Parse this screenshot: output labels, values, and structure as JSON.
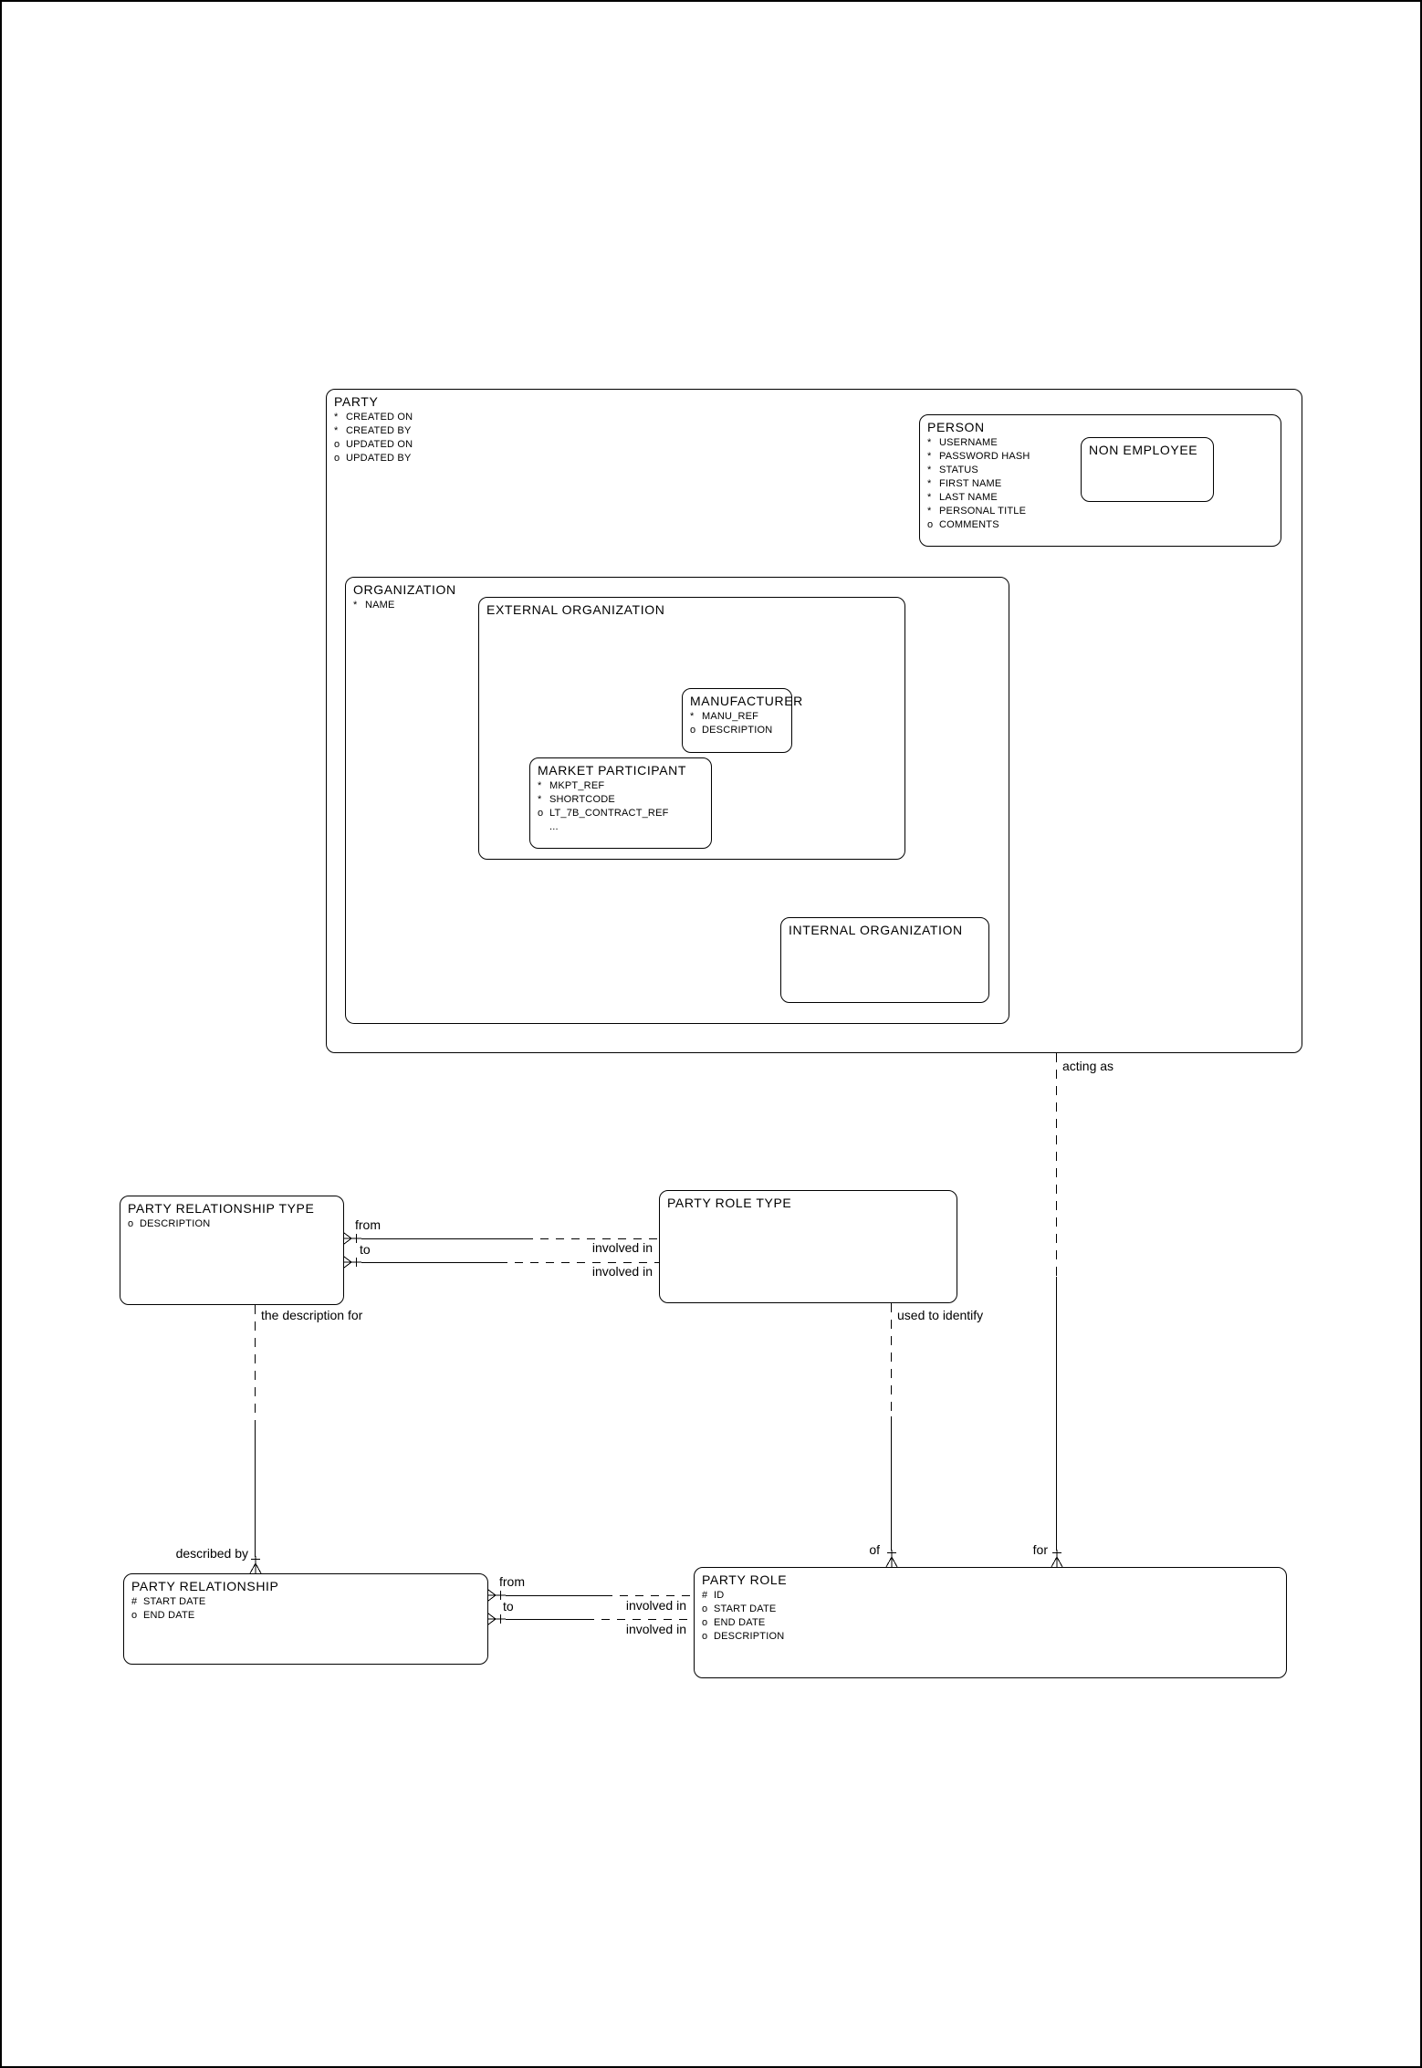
{
  "colors": {
    "line": "#000000",
    "background": "#ffffff"
  },
  "entities": {
    "party": {
      "title": "PARTY",
      "attrs": [
        {
          "f": "*",
          "n": "CREATED ON"
        },
        {
          "f": "*",
          "n": "CREATED BY"
        },
        {
          "f": "o",
          "n": "UPDATED ON"
        },
        {
          "f": "o",
          "n": "UPDATED BY"
        }
      ]
    },
    "person": {
      "title": "PERSON",
      "attrs": [
        {
          "f": "*",
          "n": "USERNAME"
        },
        {
          "f": "*",
          "n": "PASSWORD HASH"
        },
        {
          "f": "*",
          "n": "STATUS"
        },
        {
          "f": "*",
          "n": "FIRST NAME"
        },
        {
          "f": "*",
          "n": "LAST NAME"
        },
        {
          "f": "*",
          "n": "PERSONAL TITLE"
        },
        {
          "f": "o",
          "n": "COMMENTS"
        }
      ]
    },
    "non_employee": {
      "title": "NON EMPLOYEE",
      "attrs": []
    },
    "organization": {
      "title": "ORGANIZATION",
      "attrs": [
        {
          "f": "*",
          "n": "NAME"
        }
      ]
    },
    "external_organization": {
      "title": "EXTERNAL ORGANIZATION",
      "attrs": []
    },
    "manufacturer": {
      "title": "MANUFACTURER",
      "attrs": [
        {
          "f": "*",
          "n": "MANU_REF"
        },
        {
          "f": "o",
          "n": "DESCRIPTION"
        }
      ]
    },
    "market_participant": {
      "title": "MARKET PARTICIPANT",
      "attrs": [
        {
          "f": "*",
          "n": "MKPT_REF"
        },
        {
          "f": "*",
          "n": "SHORTCODE"
        },
        {
          "f": "o",
          "n": "LT_7B_CONTRACT_REF"
        },
        {
          "f": "",
          "n": "..."
        }
      ]
    },
    "internal_organization": {
      "title": "INTERNAL ORGANIZATION",
      "attrs": []
    },
    "party_relationship_type": {
      "title": "PARTY RELATIONSHIP TYPE",
      "attrs": [
        {
          "f": "o",
          "n": "DESCRIPTION"
        }
      ]
    },
    "party_role_type": {
      "title": "PARTY ROLE TYPE",
      "attrs": []
    },
    "party_relationship": {
      "title": "PARTY RELATIONSHIP",
      "attrs": [
        {
          "f": "#",
          "n": "START DATE"
        },
        {
          "f": "o",
          "n": "END DATE"
        }
      ]
    },
    "party_role": {
      "title": "PARTY ROLE",
      "attrs": [
        {
          "f": "#",
          "n": "ID"
        },
        {
          "f": "o",
          "n": "START DATE"
        },
        {
          "f": "o",
          "n": "END DATE"
        },
        {
          "f": "o",
          "n": "DESCRIPTION"
        }
      ]
    }
  },
  "relations": {
    "acting_as": {
      "near_label": "acting as",
      "far_label": "for"
    },
    "used_to_identify": {
      "near_label": "used to identify",
      "far_label": "of"
    },
    "description_for": {
      "near_label": "the description for",
      "far_label": "described by"
    },
    "type_involvement": {
      "from_label": "from",
      "to_label": "to",
      "involved_in_from": "involved in",
      "involved_in_to": "involved in"
    },
    "relationship_involvement": {
      "from_label": "from",
      "to_label": "to",
      "involved_in_from": "involved in",
      "involved_in_to": "involved in"
    }
  }
}
